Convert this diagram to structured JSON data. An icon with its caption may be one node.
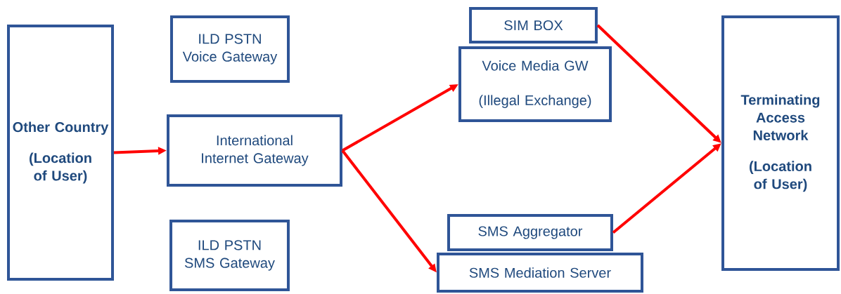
{
  "diagram": {
    "nodes": [
      {
        "text": [
          "Other Country",
          "(Location of User)"
        ]
      },
      {
        "text": [
          "ILD PSTN Voice Gateway"
        ]
      },
      {
        "text": [
          "International Internet Gateway"
        ]
      },
      {
        "text": [
          "ILD PSTN SMS Gateway"
        ]
      },
      {
        "text": [
          "SIM BOX"
        ]
      },
      {
        "text": [
          "Voice Media GW",
          "(Illegal Exchange)"
        ]
      },
      {
        "text": [
          "SMS Aggregator"
        ]
      },
      {
        "text": [
          "SMS Mediation Server"
        ]
      },
      {
        "text": [
          "Terminating Access Network",
          "(Location of User)"
        ]
      }
    ],
    "edges": [
      {
        "from": 0,
        "to": 2,
        "arrow": "to"
      },
      {
        "from": 2,
        "to": 5,
        "arrow": "to"
      },
      {
        "from": 2,
        "to": 7,
        "arrow": "to"
      },
      {
        "from": 4,
        "to": 8,
        "arrow": "to"
      },
      {
        "from": 6,
        "to": 8,
        "arrow": "to"
      }
    ]
  }
}
